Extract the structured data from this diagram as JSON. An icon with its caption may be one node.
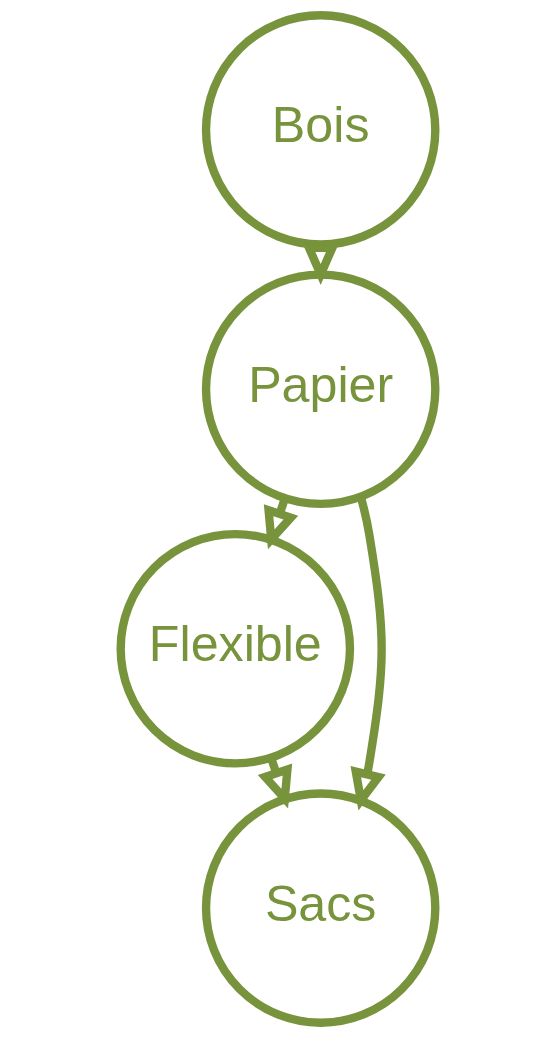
{
  "diagram": {
    "nodes": [
      {
        "text": [
          "Bois"
        ]
      },
      {
        "text": [
          "Papier"
        ]
      },
      {
        "text": [
          "Flexible"
        ]
      },
      {
        "text": [
          "Sacs"
        ]
      }
    ],
    "edges": [
      {
        "from": 0,
        "to": 1,
        "arrow": "to"
      },
      {
        "from": 1,
        "to": 2,
        "arrow": "to"
      },
      {
        "from": 1,
        "to": 3,
        "arrow": "to"
      },
      {
        "from": 2,
        "to": 3,
        "arrow": "to"
      }
    ]
  }
}
